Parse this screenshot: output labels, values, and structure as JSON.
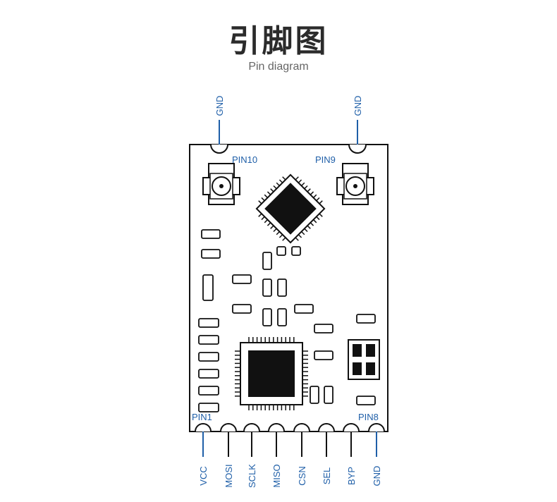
{
  "title": "引脚图",
  "subtitle": "Pin diagram",
  "colors": {
    "pin_blue": "#1f5fa8",
    "outline": "#111111",
    "fill_dark": "#111111"
  },
  "top_pins": [
    {
      "name": "GND",
      "pin_label": "PIN10"
    },
    {
      "name": "GND",
      "pin_label": "PIN9"
    }
  ],
  "bottom_pins": [
    {
      "name": "VCC",
      "pin_label": "PIN1"
    },
    {
      "name": "MOSI",
      "pin_label": ""
    },
    {
      "name": "SCLK",
      "pin_label": ""
    },
    {
      "name": "MISO",
      "pin_label": ""
    },
    {
      "name": "CSN",
      "pin_label": ""
    },
    {
      "name": "SEL",
      "pin_label": ""
    },
    {
      "name": "BYP",
      "pin_label": ""
    },
    {
      "name": "GND",
      "pin_label": "PIN8"
    }
  ]
}
